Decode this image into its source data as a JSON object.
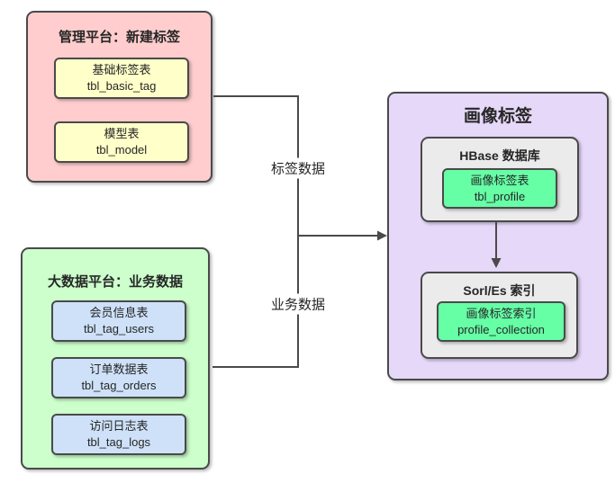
{
  "diagram": {
    "management_platform": {
      "title": "管理平台：新建标签",
      "tables": [
        {
          "name": "基础标签表",
          "code": "tbl_basic_tag"
        },
        {
          "name": "模型表",
          "code": "tbl_model"
        }
      ]
    },
    "bigdata_platform": {
      "title": "大数据平台：业务数据",
      "tables": [
        {
          "name": "会员信息表",
          "code": "tbl_tag_users"
        },
        {
          "name": "订单数据表",
          "code": "tbl_tag_orders"
        },
        {
          "name": "访问日志表",
          "code": "tbl_tag_logs"
        }
      ]
    },
    "profile_tags": {
      "title": "画像标签",
      "hbase": {
        "title": "HBase 数据库",
        "table": {
          "name": "画像标签表",
          "code": "tbl_profile"
        }
      },
      "solr_es": {
        "title": "Sorl/Es 索引",
        "table": {
          "name": "画像标签索引",
          "code": "profile_collection"
        }
      }
    },
    "edges": {
      "tag_data_label": "标签数据",
      "business_data_label": "业务数据"
    },
    "colors": {
      "canvas_bg": "#ffffff",
      "management_fill": "#ffcdcd",
      "table_yellow_fill": "#ffffc9",
      "bigdata_fill": "#ccffcc",
      "table_blue_fill": "#cee1f8",
      "profile_fill": "#e6d8f8",
      "engine_gray_fill": "#ebebeb",
      "table_mint_fill": "#66ffa6",
      "border": "#4a4a4a",
      "text": "#262626"
    }
  }
}
